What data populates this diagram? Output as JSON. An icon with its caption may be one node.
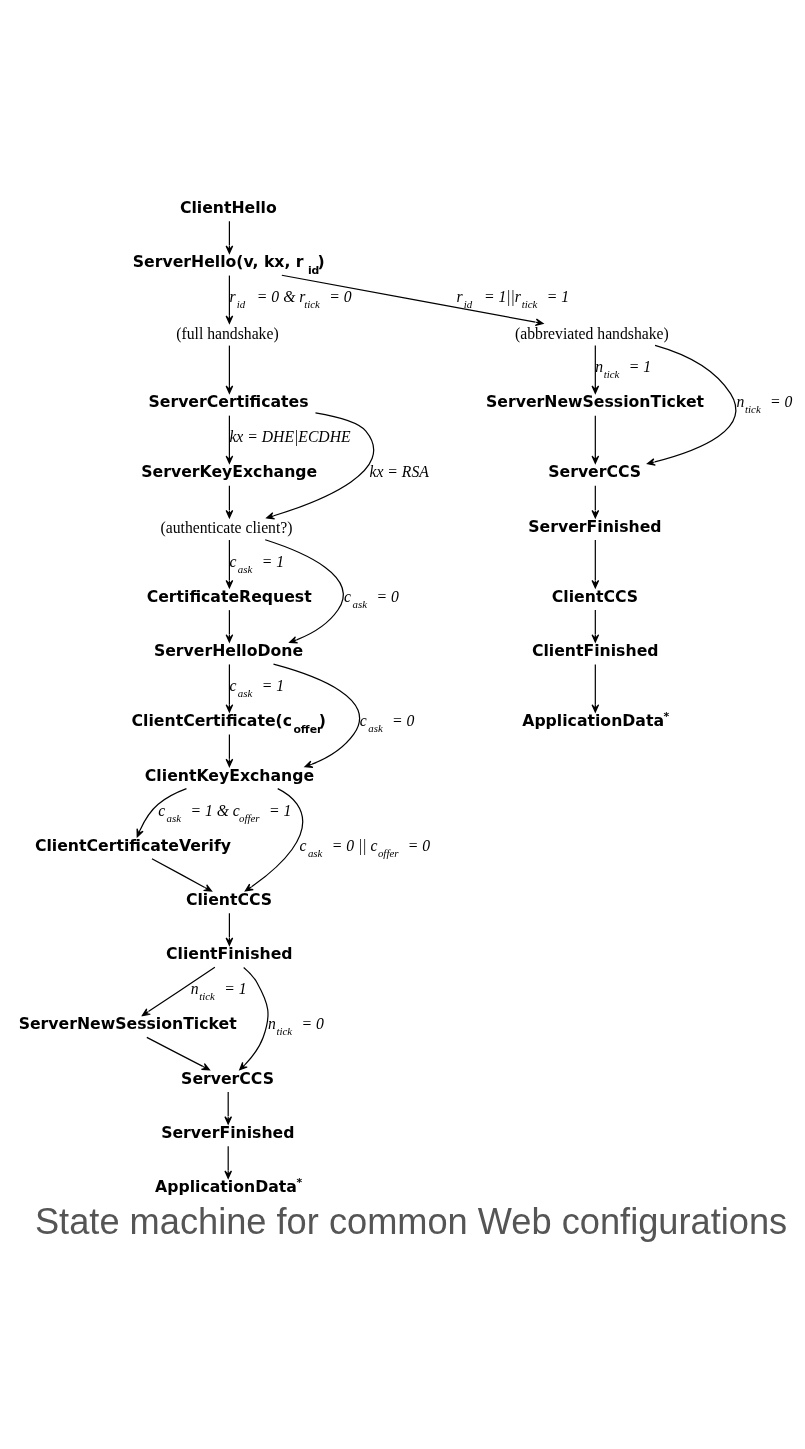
{
  "diagram": {
    "caption": "State machine for common Web configurations",
    "nodes": [
      {
        "text": [
          "ClientHello"
        ]
      },
      {
        "text": [
          "ServerHello(v, kx, r$_{id}$)"
        ]
      },
      {
        "text": [
          "(full handshake)"
        ]
      },
      {
        "text": [
          "(abbreviated handshake)"
        ]
      },
      {
        "text": [
          "ServerCertificates"
        ]
      },
      {
        "text": [
          "ServerNewSessionTicket"
        ]
      },
      {
        "text": [
          "ServerKeyExchange"
        ]
      },
      {
        "text": [
          "ServerCCS"
        ]
      },
      {
        "text": [
          "(authenticate client?)"
        ]
      },
      {
        "text": [
          "ServerFinished"
        ]
      },
      {
        "text": [
          "CertificateRequest"
        ]
      },
      {
        "text": [
          "ClientCCS"
        ]
      },
      {
        "text": [
          "ServerHelloDone"
        ]
      },
      {
        "text": [
          "ClientFinished"
        ]
      },
      {
        "text": [
          "ClientCertificate(c$_{offer}$)"
        ]
      },
      {
        "text": [
          "ApplicationData$^{*}$"
        ]
      },
      {
        "text": [
          "ClientKeyExchange"
        ]
      },
      {
        "text": [
          "ClientCertificateVerify"
        ]
      },
      {
        "text": [
          "ClientCCS"
        ]
      },
      {
        "text": [
          "ClientFinished"
        ]
      },
      {
        "text": [
          "ServerNewSessionTicket"
        ]
      },
      {
        "text": [
          "ServerCCS"
        ]
      },
      {
        "text": [
          "ServerFinished"
        ]
      },
      {
        "text": [
          "ApplicationData$^{*}$"
        ]
      }
    ],
    "edges": [
      {
        "from": 0,
        "to": 1,
        "arrow": "to"
      },
      {
        "from": 1,
        "to": 2,
        "arrow": "to",
        "label": "r$_{id}$ = 0 & r$_{tick}$ = 0"
      },
      {
        "from": 1,
        "to": 3,
        "arrow": "to",
        "label": "r$_{id}$ = 1||r$_{tick}$ = 1"
      },
      {
        "from": 2,
        "to": 4,
        "arrow": "to"
      },
      {
        "from": 3,
        "to": 5,
        "arrow": "to",
        "label": "n$_{tick}$ = 1"
      },
      {
        "from": 3,
        "to": 7,
        "arrow": "to",
        "label": "n$_{tick}$ = 0"
      },
      {
        "from": 4,
        "to": 6,
        "arrow": "to",
        "label": "kx = DHE|ECDHE"
      },
      {
        "from": 4,
        "to": 8,
        "arrow": "to",
        "label": "kx = RSA"
      },
      {
        "from": 5,
        "to": 7,
        "arrow": "to"
      },
      {
        "from": 6,
        "to": 8,
        "arrow": "to"
      },
      {
        "from": 7,
        "to": 9,
        "arrow": "to"
      },
      {
        "from": 8,
        "to": 10,
        "arrow": "to",
        "label": "c$_{ask}$ = 1"
      },
      {
        "from": 8,
        "to": 12,
        "arrow": "to",
        "label": "c$_{ask}$ = 0"
      },
      {
        "from": 9,
        "to": 11,
        "arrow": "to"
      },
      {
        "from": 10,
        "to": 12,
        "arrow": "to"
      },
      {
        "from": 11,
        "to": 13,
        "arrow": "to"
      },
      {
        "from": 12,
        "to": 14,
        "arrow": "to",
        "label": "c$_{ask}$ = 1"
      },
      {
        "from": 12,
        "to": 16,
        "arrow": "to",
        "label": "c$_{ask}$ = 0"
      },
      {
        "from": 13,
        "to": 15,
        "arrow": "to"
      },
      {
        "from": 14,
        "to": 16,
        "arrow": "to"
      },
      {
        "from": 16,
        "to": 17,
        "arrow": "to",
        "label": "c$_{ask}$ = 1 & c$_{offer}$ = 1"
      },
      {
        "from": 16,
        "to": 18,
        "arrow": "to",
        "label": "c$_{ask}$ = 0 || c$_{offer}$ = 0"
      },
      {
        "from": 17,
        "to": 18,
        "arrow": "to"
      },
      {
        "from": 18,
        "to": 19,
        "arrow": "to"
      },
      {
        "from": 19,
        "to": 20,
        "arrow": "to",
        "label": "n$_{tick}$ = 1"
      },
      {
        "from": 19,
        "to": 21,
        "arrow": "to",
        "label": "n$_{tick}$ = 0"
      },
      {
        "from": 20,
        "to": 21,
        "arrow": "to"
      },
      {
        "from": 21,
        "to": 22,
        "arrow": "to"
      },
      {
        "from": 22,
        "to": 23,
        "arrow": "to"
      }
    ]
  }
}
